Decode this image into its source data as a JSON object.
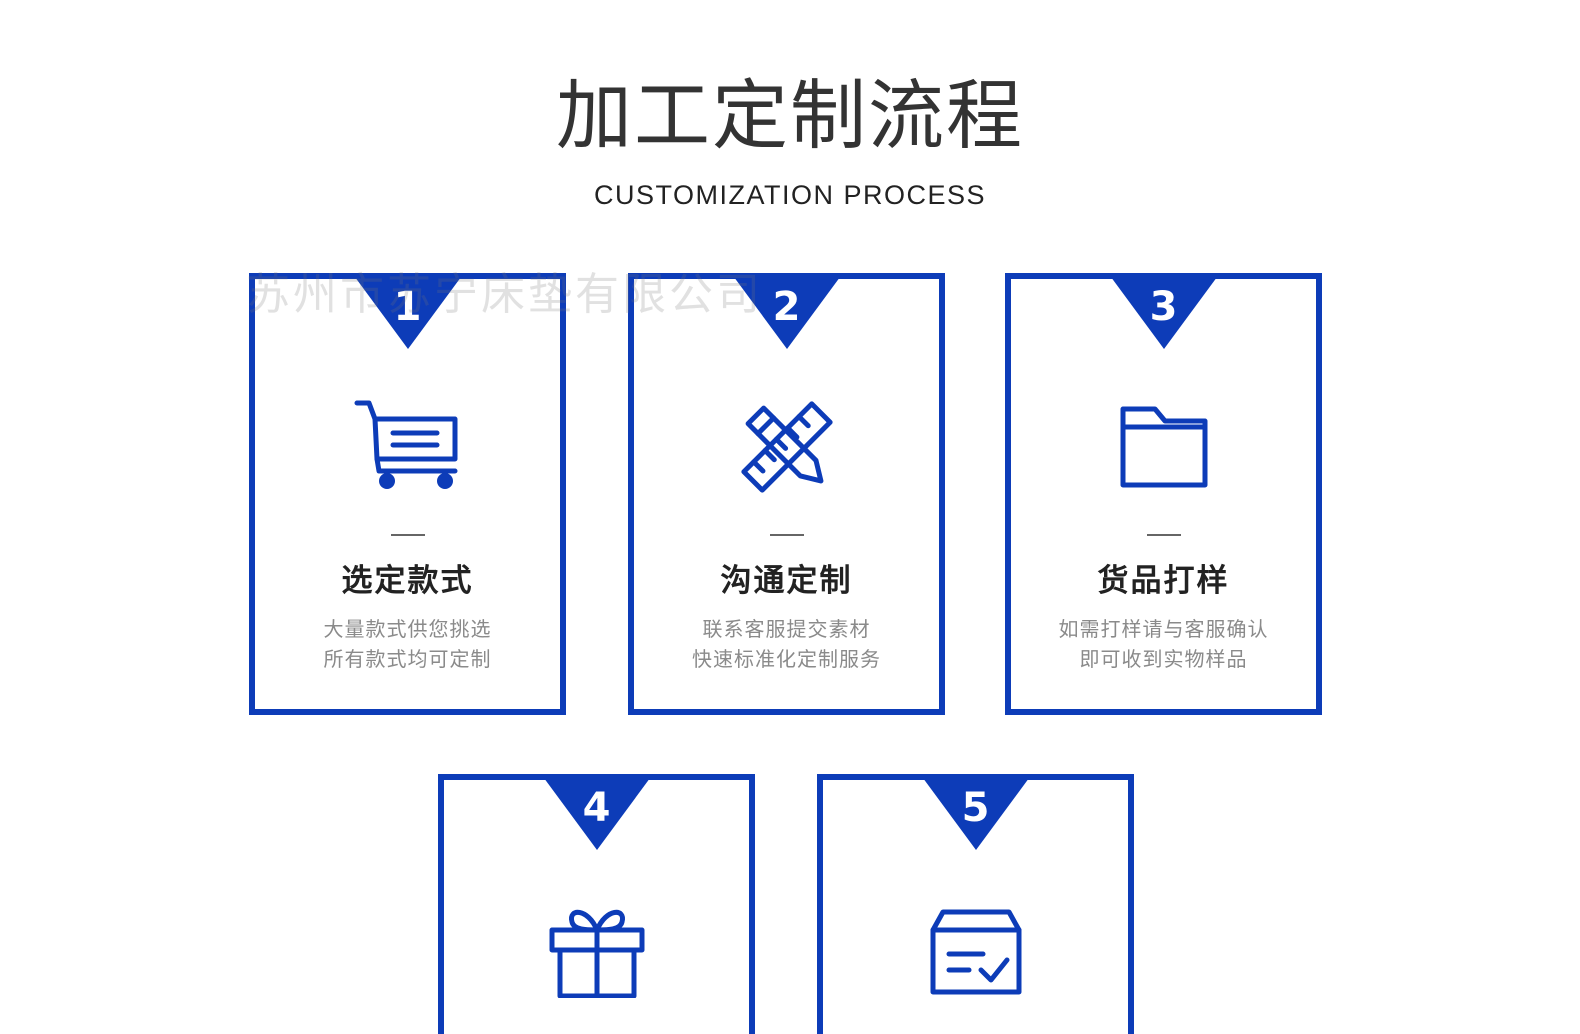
{
  "header": {
    "title": "加工定制流程",
    "subtitle": "CUSTOMIZATION PROCESS"
  },
  "watermark": "苏州市苏宁床垫有限公司",
  "accent_color": "#0d3cb8",
  "steps": [
    {
      "number": "1",
      "icon": "shopping-cart-icon",
      "title": "选定款式",
      "line1": "大量款式供您挑选",
      "line2": "所有款式均可定制"
    },
    {
      "number": "2",
      "icon": "pencil-ruler-icon",
      "title": "沟通定制",
      "line1": "联系客服提交素材",
      "line2": "快速标准化定制服务"
    },
    {
      "number": "3",
      "icon": "folder-icon",
      "title": "货品打样",
      "line1": "如需打样请与客服确认",
      "line2": "即可收到实物样品"
    },
    {
      "number": "4",
      "icon": "gift-icon"
    },
    {
      "number": "5",
      "icon": "delivery-box-icon"
    }
  ]
}
